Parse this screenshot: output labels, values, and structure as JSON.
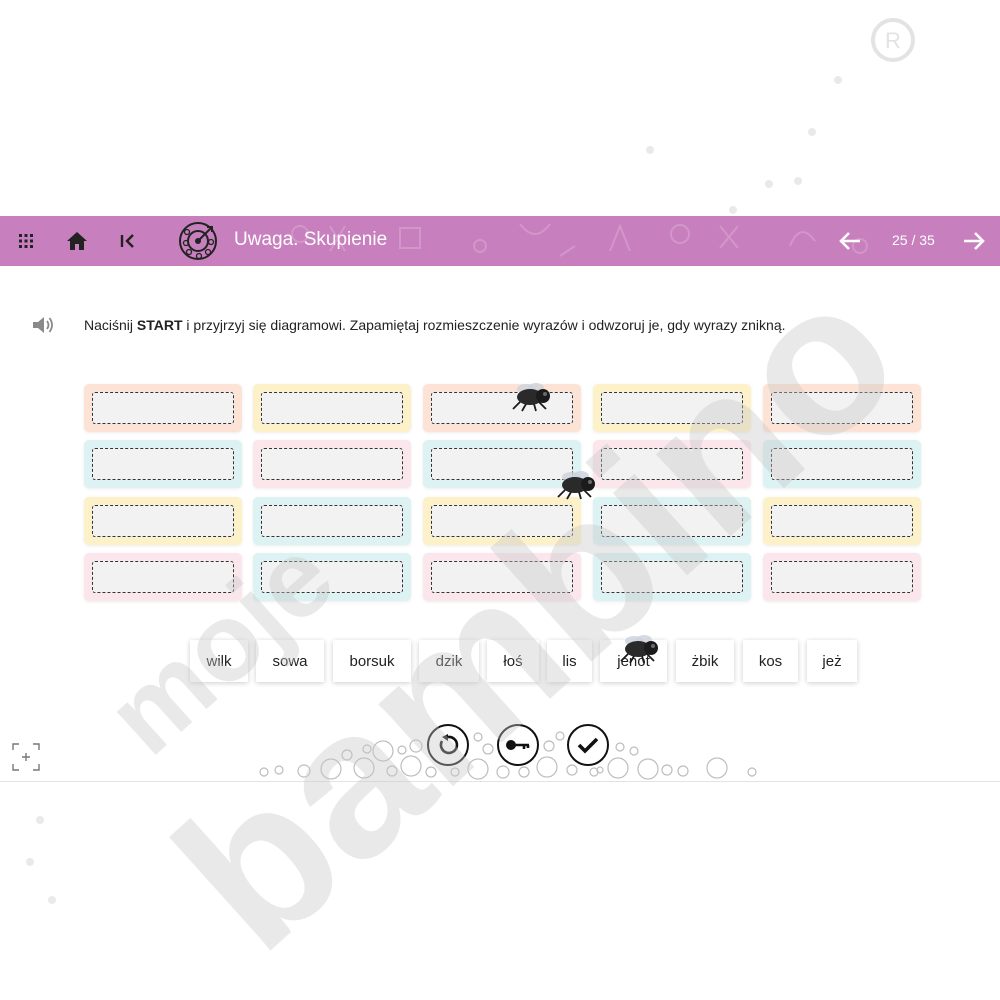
{
  "header": {
    "title": "Uwaga. Skupienie",
    "pager": "25 / 35",
    "icons": [
      "apps-grid-icon",
      "home-icon",
      "first-page-icon",
      "focus-target-icon",
      "arrow-left-icon",
      "arrow-right-icon"
    ]
  },
  "instruction": {
    "prefix": "Naciśnij ",
    "bold": "START",
    "suffix": " i przyjrzyj się diagramowi. Zapamiętaj rozmieszczenie wyrazów i odwzoruj je, gdy wyrazy znikną."
  },
  "grid": {
    "rows": [
      [
        "orange",
        "yellow",
        "orange",
        "yellow",
        "orange"
      ],
      [
        "cyan",
        "pink",
        "cyan",
        "pink",
        "cyan"
      ],
      [
        "yellow",
        "cyan",
        "yellow",
        "cyan",
        "yellow"
      ],
      [
        "pink",
        "cyan",
        "pink",
        "cyan",
        "pink"
      ]
    ]
  },
  "words": [
    "wilk",
    "sowa",
    "borsuk",
    "dzik",
    "łoś",
    "lis",
    "jenot",
    "żbik",
    "kos",
    "jeż"
  ],
  "controls": [
    "reset-icon",
    "key-icon",
    "check-icon"
  ],
  "colors": {
    "header": "#c87fbd",
    "orange": "#fde3d6",
    "yellow": "#fdf1c9",
    "cyan": "#dcf2f3",
    "pink": "#fbe6ec"
  },
  "watermark": "mojebambino"
}
